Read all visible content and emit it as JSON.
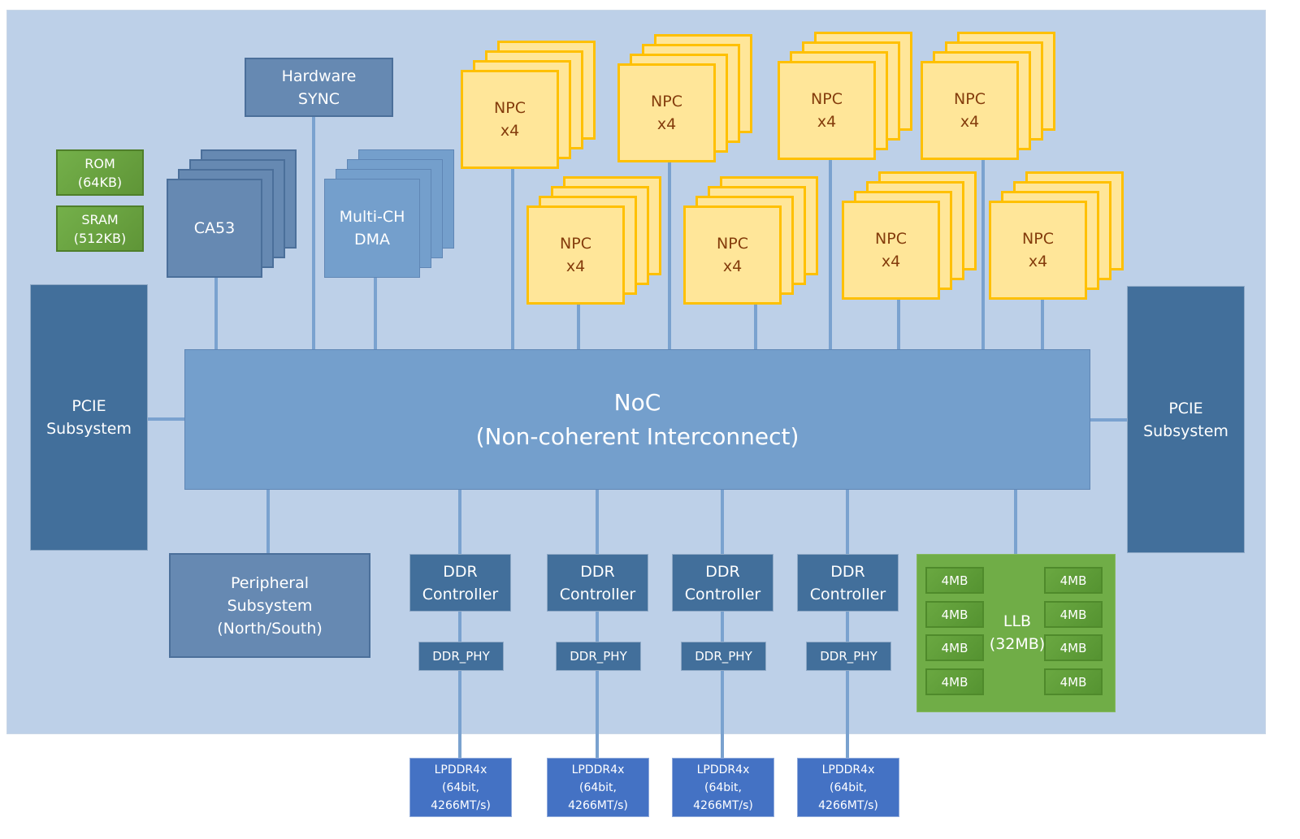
{
  "diagram": {
    "title": "SoC block diagram",
    "colors": {
      "background": "#bdd0e8",
      "noc": "#749fcc",
      "subsystem_dark": "#426f9b",
      "steel_block": "#6689b2",
      "npc_fill": "#ffe699",
      "npc_border": "#ffc000",
      "npc_text": "#843c0c",
      "memory_green": "#70ad47",
      "lpddr_blue": "#4472c4",
      "wire": "#7aa2cf"
    },
    "hardware_sync": "Hardware\nSYNC",
    "rom": "ROM\n(64KB)",
    "sram": "SRAM\n(512KB)",
    "ca53": {
      "label": "CA53",
      "stack_count": 4
    },
    "dma": {
      "label": "Multi-CH\nDMA",
      "stack_count": 4
    },
    "npc_clusters": [
      {
        "label": "NPC\nx4"
      },
      {
        "label": "NPC\nx4"
      },
      {
        "label": "NPC\nx4"
      },
      {
        "label": "NPC\nx4"
      },
      {
        "label": "NPC\nx4"
      },
      {
        "label": "NPC\nx4"
      },
      {
        "label": "NPC\nx4"
      },
      {
        "label": "NPC\nx4"
      }
    ],
    "pcie_left": "PCIE\nSubsystem",
    "pcie_right": "PCIE\nSubsystem",
    "noc": {
      "title": "NoC",
      "subtitle": "(Non-coherent Interconnect)"
    },
    "peripheral": "Peripheral\nSubsystem\n(North/South)",
    "ddr_channels": [
      {
        "controller": "DDR\nController",
        "phy": "DDR_PHY",
        "memory": "LPDDR4x\n(64bit,\n4266MT/s)"
      },
      {
        "controller": "DDR\nController",
        "phy": "DDR_PHY",
        "memory": "LPDDR4x\n(64bit,\n4266MT/s)"
      },
      {
        "controller": "DDR\nController",
        "phy": "DDR_PHY",
        "memory": "LPDDR4x\n(64bit,\n4266MT/s)"
      },
      {
        "controller": "DDR\nController",
        "phy": "DDR_PHY",
        "memory": "LPDDR4x\n(64bit,\n4266MT/s)"
      }
    ],
    "llb": {
      "label": "LLB\n(32MB)",
      "banks": [
        "4MB",
        "4MB",
        "4MB",
        "4MB",
        "4MB",
        "4MB",
        "4MB",
        "4MB"
      ]
    }
  }
}
